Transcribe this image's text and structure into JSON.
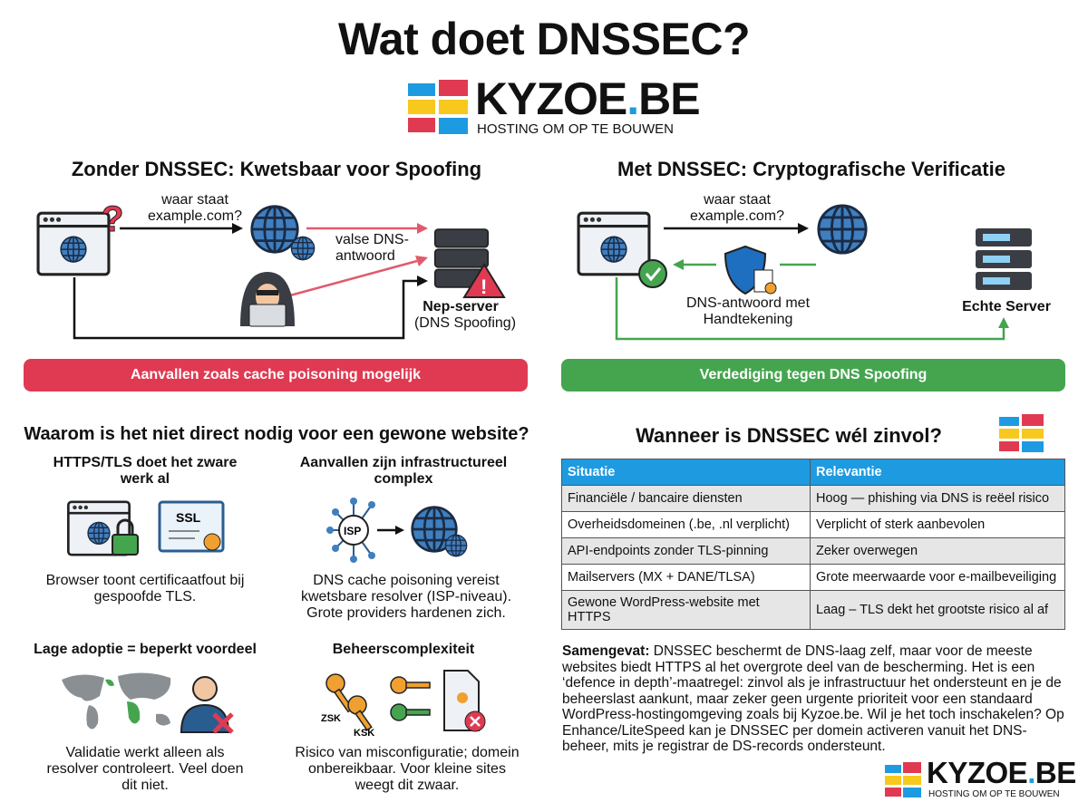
{
  "title": "Wat doet DNSSEC?",
  "logo": {
    "name": "KYZOE",
    "dot": ".",
    "tld": "BE",
    "tagline": "HOSTING OM OP TE BOUWEN"
  },
  "colors": {
    "red": "#e03a52",
    "green": "#45a54f",
    "blue": "#1e9be0",
    "yellow": "#f7c81e",
    "globe": "#3f7fbf"
  },
  "left": {
    "heading": "Zonder DNSSEC: Kwetsbaar voor Spoofing",
    "query": "waar staat example.com?",
    "fake_answer": "valse DNS-antwoord",
    "server_label": "Nep-server",
    "server_sub": "(DNS Spoofing)",
    "banner": "Aanvallen zoals cache poisoning mogelijk"
  },
  "right": {
    "heading": "Met DNSSEC: Cryptografische Verificatie",
    "query": "waar staat example.com?",
    "signed_answer": "DNS-antwoord met Handtekening",
    "server_label": "Echte Server",
    "banner": "Verdediging tegen DNS Spoofing"
  },
  "why": {
    "heading": "Waarom is het niet direct nodig voor een gewone website?",
    "items": [
      {
        "title": "HTTPS/TLS doet het zware werk al",
        "text": "Browser toont certificaatfout bij gespoofde TLS.",
        "badge": "SSL"
      },
      {
        "title": "Aanvallen zijn infrastructureel complex",
        "text": "DNS cache poisoning vereist kwetsbare resolver (ISP-niveau). Grote providers hardenen zich.",
        "badge": "ISP"
      },
      {
        "title": "Lage adoptie = beperkt voordeel",
        "text": "Validatie werkt alleen als resolver controleert. Veel doen dit niet."
      },
      {
        "title": "Beheerscomplexiteit",
        "text": "Risico van misconfiguratie; domein onbereikbaar. Voor kleine sites weegt dit zwaar.",
        "key1": "ZSK",
        "key2": "KSK"
      }
    ]
  },
  "when": {
    "heading": "Wanneer is DNSSEC wél zinvol?",
    "columns": [
      "Situatie",
      "Relevantie"
    ],
    "rows": [
      [
        "Financiële / bancaire diensten",
        "Hoog — phishing via DNS is reëel risico"
      ],
      [
        "Overheidsdomeinen (.be, .nl verplicht)",
        "Verplicht of sterk aanbevolen"
      ],
      [
        "API-endpoints zonder TLS-pinning",
        "Zeker overwegen"
      ],
      [
        "Mailservers (MX + DANE/TLSA)",
        "Grote meerwaarde voor e-mailbeveiliging"
      ],
      [
        "Gewone WordPress-website met HTTPS",
        "Laag – TLS dekt het grootste risico al af"
      ]
    ]
  },
  "summary": {
    "label": "Samengevat:",
    "text": " DNSSEC beschermt de DNS-laag zelf, maar voor de meeste websites biedt HTTPS al het overgrote deel van de bescherming. Het is een ‘defence in depth’-maatregel: zinvol als je infrastructuur het ondersteunt en je de beheerslast aankunt, maar zeker geen urgente prioriteit voor een standaard WordPress-hostingomgeving zoals bij Kyzoe.be. Wil je het toch inschakelen? Op Enhance/LiteSpeed kan je DNSSEC per domein activeren vanuit het DNS-beheer, mits je registrar de DS-records ondersteunt."
  }
}
